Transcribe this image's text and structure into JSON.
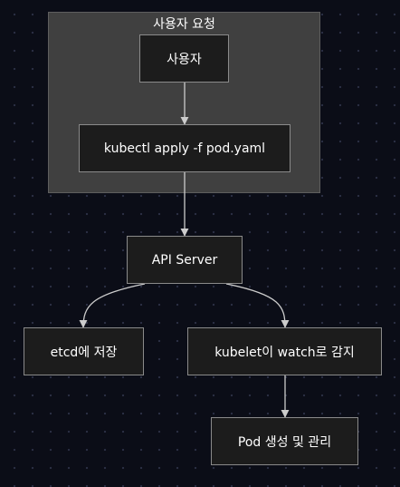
{
  "cluster": {
    "title": "사용자 요청"
  },
  "nodes": {
    "user": "사용자",
    "kubectl": "kubectl apply -f pod.yaml",
    "api": "API Server",
    "etcd": "etcd에 저장",
    "kubelet": "kubelet이 watch로 감지",
    "pod": "Pod 생성 및 관리"
  },
  "colors": {
    "background": "#0b0d17",
    "cluster_fill": "#404040",
    "node_fill": "#1c1c1c",
    "node_border": "#8a8a8a",
    "edge": "#cccccc",
    "text": "#ffffff"
  }
}
